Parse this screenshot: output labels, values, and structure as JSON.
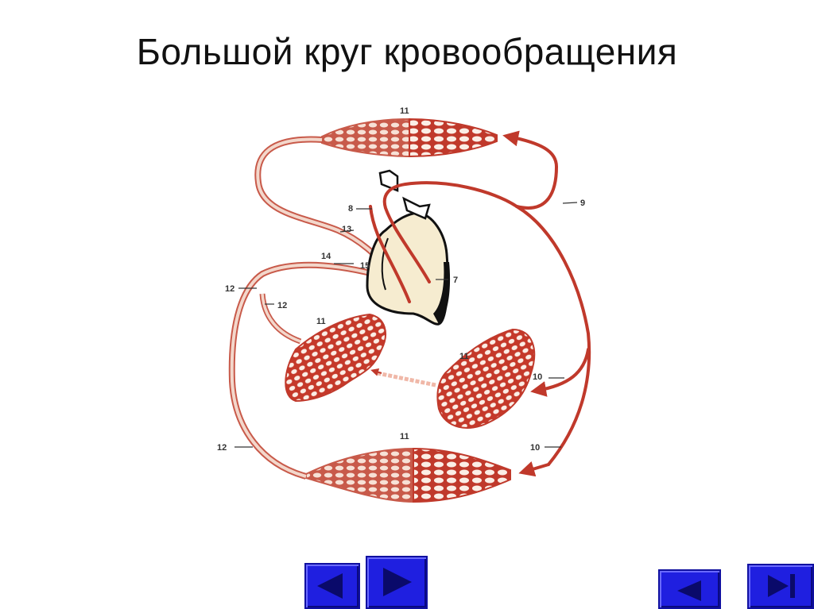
{
  "slide": {
    "title": "Большой круг кровообращения"
  },
  "diagram": {
    "labels": {
      "l7": "7",
      "l8": "8",
      "l9": "9",
      "l10a": "10",
      "l10b": "10",
      "l11_top": "11",
      "l11_midleft": "11",
      "l11_midright": "11",
      "l11_bottom": "11",
      "l12_a": "12",
      "l12_b": "12",
      "l12_c": "12",
      "l13": "13",
      "l14": "14",
      "l15": "15"
    },
    "colors": {
      "artery": "#c0392b",
      "vein": "#f3d7cb",
      "vein_outline": "#c85a4a",
      "capillary_light": "#f7e1d6",
      "capillary_dark": "#c5392a",
      "heart_fill": "#f6ecd0",
      "heart_outline": "#111111"
    }
  },
  "nav": {
    "prev_icon": "triangle-left-icon",
    "next_icon": "triangle-right-icon",
    "back_icon": "triangle-left-icon",
    "end_icon": "skip-to-end-icon",
    "button_color": "#1f1fe0"
  }
}
